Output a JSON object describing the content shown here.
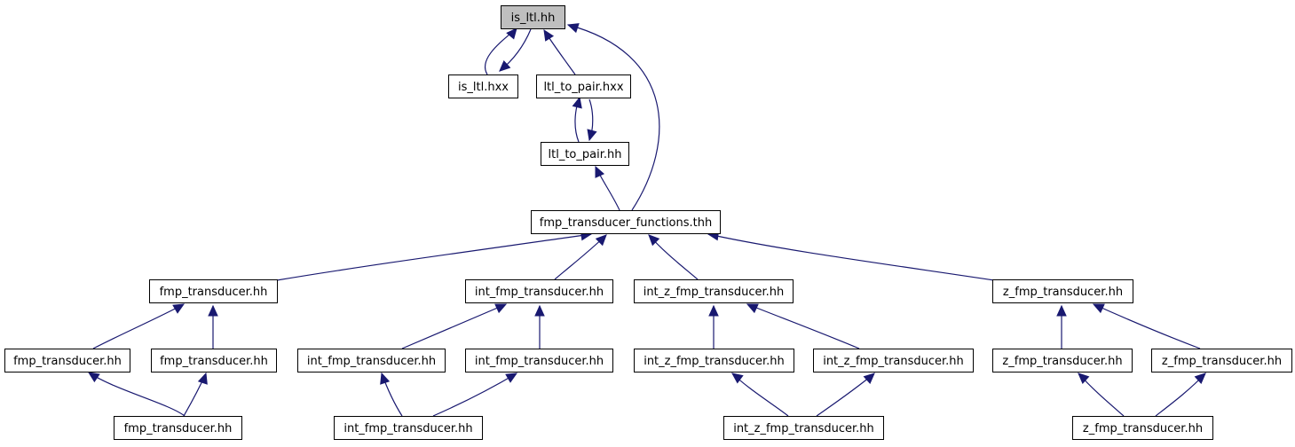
{
  "graph": {
    "edge_color": "#191970",
    "root_fill": "#bfbfbf",
    "nodes": [
      {
        "id": "is_ltl_hh",
        "label": "is_ltl.hh",
        "root": true
      },
      {
        "id": "is_ltl_hxx",
        "label": "is_ltl.hxx"
      },
      {
        "id": "ltl_to_pair_hxx",
        "label": "ltl_to_pair.hxx"
      },
      {
        "id": "ltl_to_pair_hh",
        "label": "ltl_to_pair.hh"
      },
      {
        "id": "fmp_funcs",
        "label": "fmp_transducer_functions.thh"
      },
      {
        "id": "fmp1",
        "label": "fmp_transducer.hh"
      },
      {
        "id": "int_fmp1",
        "label": "int_fmp_transducer.hh"
      },
      {
        "id": "int_z_fmp1",
        "label": "int_z_fmp_transducer.hh"
      },
      {
        "id": "z_fmp1",
        "label": "z_fmp_transducer.hh"
      },
      {
        "id": "fmp2a",
        "label": "fmp_transducer.hh"
      },
      {
        "id": "fmp2b",
        "label": "fmp_transducer.hh"
      },
      {
        "id": "int_fmp2a",
        "label": "int_fmp_transducer.hh"
      },
      {
        "id": "int_fmp2b",
        "label": "int_fmp_transducer.hh"
      },
      {
        "id": "int_z_fmp2a",
        "label": "int_z_fmp_transducer.hh"
      },
      {
        "id": "int_z_fmp2b",
        "label": "int_z_fmp_transducer.hh"
      },
      {
        "id": "z_fmp2a",
        "label": "z_fmp_transducer.hh"
      },
      {
        "id": "z_fmp2b",
        "label": "z_fmp_transducer.hh"
      },
      {
        "id": "fmp3",
        "label": "fmp_transducer.hh"
      },
      {
        "id": "int_fmp3",
        "label": "int_fmp_transducer.hh"
      },
      {
        "id": "int_z_fmp3",
        "label": "int_z_fmp_transducer.hh"
      },
      {
        "id": "z_fmp3",
        "label": "z_fmp_transducer.hh"
      }
    ],
    "edges": [
      {
        "from": "is_ltl_hxx",
        "to": "is_ltl_hh"
      },
      {
        "from": "is_ltl_hh",
        "to": "is_ltl_hxx"
      },
      {
        "from": "ltl_to_pair_hxx",
        "to": "is_ltl_hh"
      },
      {
        "from": "fmp_funcs",
        "to": "is_ltl_hh"
      },
      {
        "from": "ltl_to_pair_hh",
        "to": "ltl_to_pair_hxx"
      },
      {
        "from": "ltl_to_pair_hxx",
        "to": "ltl_to_pair_hh"
      },
      {
        "from": "fmp_funcs",
        "to": "ltl_to_pair_hh"
      },
      {
        "from": "fmp1",
        "to": "fmp_funcs"
      },
      {
        "from": "int_fmp1",
        "to": "fmp_funcs"
      },
      {
        "from": "int_z_fmp1",
        "to": "fmp_funcs"
      },
      {
        "from": "z_fmp1",
        "to": "fmp_funcs"
      },
      {
        "from": "fmp2a",
        "to": "fmp1"
      },
      {
        "from": "fmp2b",
        "to": "fmp1"
      },
      {
        "from": "fmp3",
        "to": "fmp2a"
      },
      {
        "from": "fmp3",
        "to": "fmp2b"
      },
      {
        "from": "int_fmp2a",
        "to": "int_fmp1"
      },
      {
        "from": "int_fmp2b",
        "to": "int_fmp1"
      },
      {
        "from": "int_fmp3",
        "to": "int_fmp2a"
      },
      {
        "from": "int_fmp3",
        "to": "int_fmp2b"
      },
      {
        "from": "int_z_fmp2a",
        "to": "int_z_fmp1"
      },
      {
        "from": "int_z_fmp2b",
        "to": "int_z_fmp1"
      },
      {
        "from": "int_z_fmp3",
        "to": "int_z_fmp2a"
      },
      {
        "from": "int_z_fmp3",
        "to": "int_z_fmp2b"
      },
      {
        "from": "z_fmp2a",
        "to": "z_fmp1"
      },
      {
        "from": "z_fmp2b",
        "to": "z_fmp1"
      },
      {
        "from": "z_fmp3",
        "to": "z_fmp2a"
      },
      {
        "from": "z_fmp3",
        "to": "z_fmp2b"
      }
    ]
  }
}
